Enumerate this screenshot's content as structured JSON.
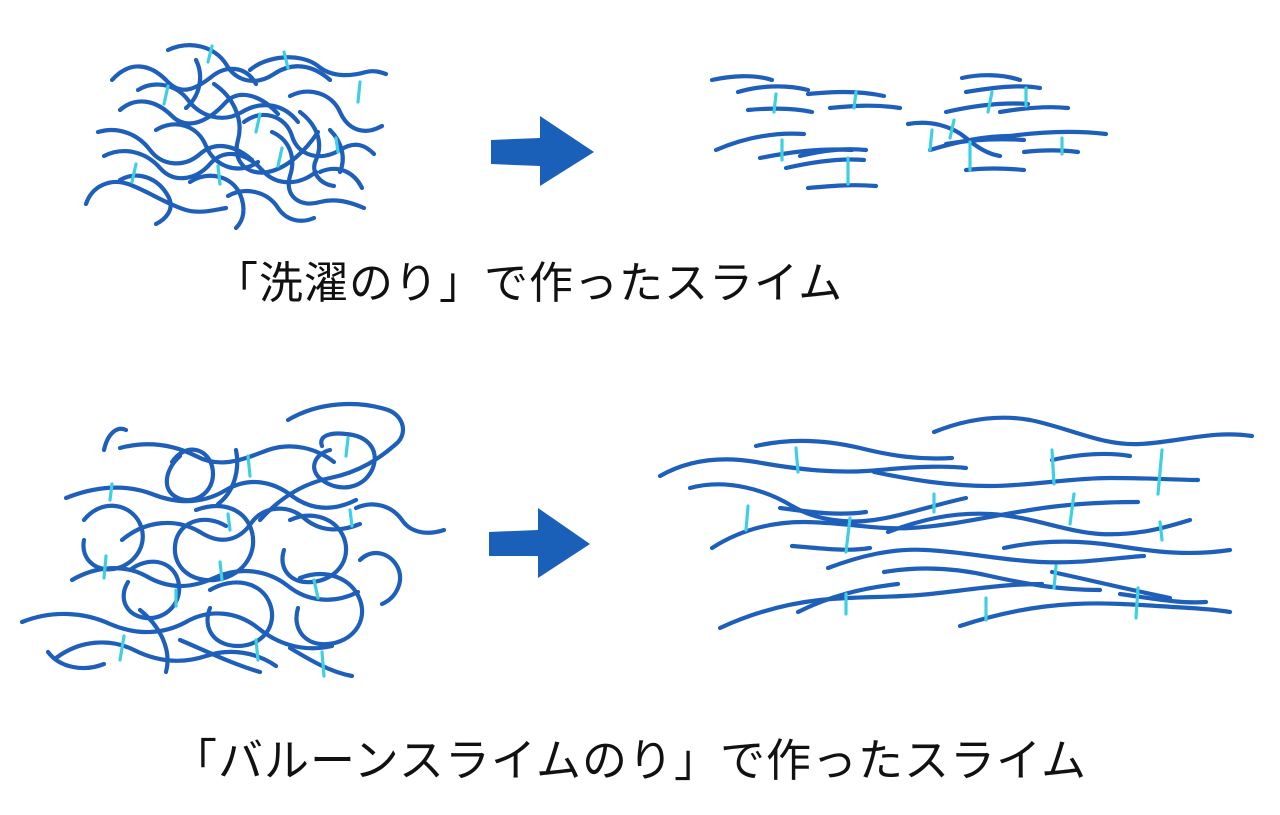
{
  "colors": {
    "chain": "#1e5fba",
    "crosslink": "#3fcfe3",
    "arrow": "#1a60b8",
    "text": "#111111",
    "background": "#ffffff"
  },
  "rows": [
    {
      "caption": "「洗濯のり」で作ったスライム",
      "before_icon": "tangled-short-chains",
      "after_icon": "aligned-short-chains"
    },
    {
      "caption": "「バルーンスライムのり」で作ったスライム",
      "before_icon": "tangled-long-chains",
      "after_icon": "aligned-long-chains"
    }
  ],
  "arrow_icon": "right-arrow-icon"
}
